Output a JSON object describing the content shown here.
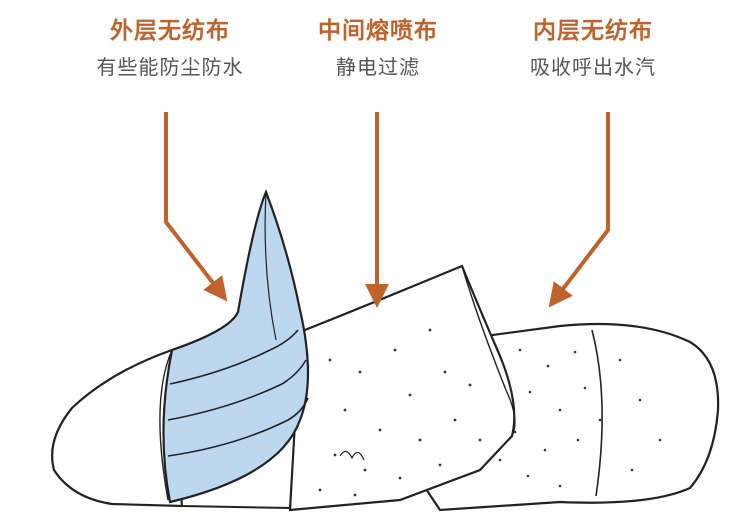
{
  "layers": [
    {
      "title": "外层无纺布",
      "desc": "有些能防尘防水"
    },
    {
      "title": "中间熔喷布",
      "desc": "静电过滤"
    },
    {
      "title": "内层无纺布",
      "desc": "吸收呼出水汽"
    }
  ],
  "colors": {
    "accent": "#c0622b",
    "description_text": "#555555",
    "outer_layer_fill": "#bcd7ee",
    "line": "#222222"
  }
}
